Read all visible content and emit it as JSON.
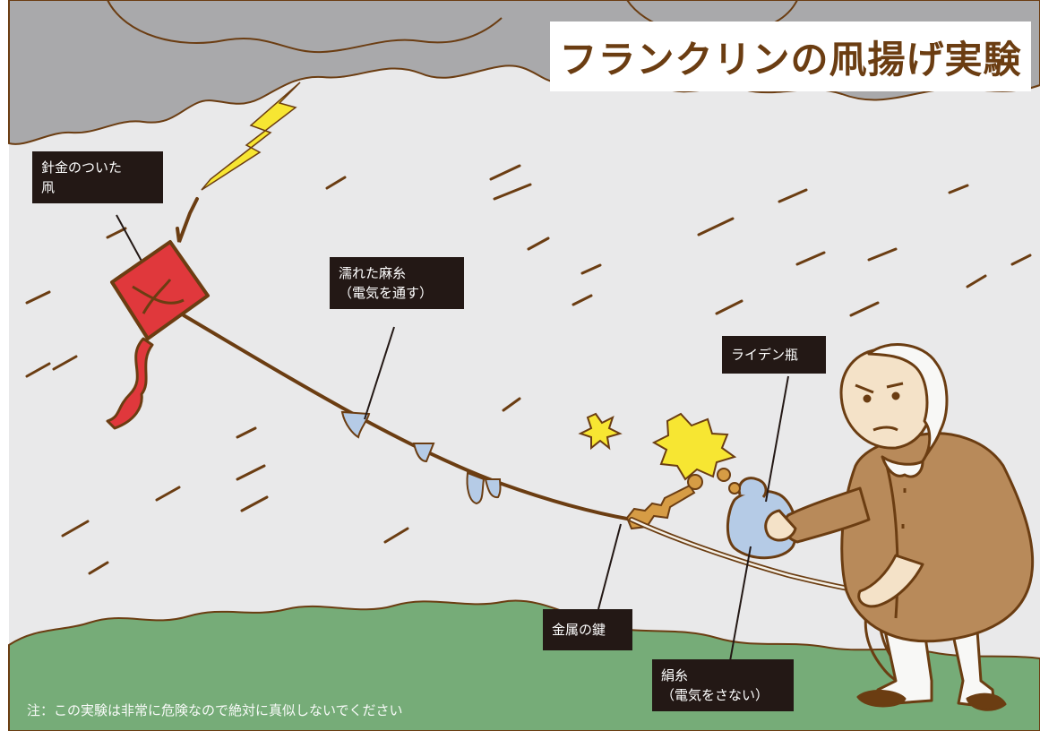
{
  "title": "フランクリンの凧揚げ実験",
  "labels": {
    "kite": [
      "針金のついた",
      "凧"
    ],
    "wet_string": [
      "濡れた麻糸",
      "（電気を通す）"
    ],
    "leyden_jar": [
      "ライデン瓶"
    ],
    "metal_key": [
      "金属の鍵"
    ],
    "silk_thread": [
      "絹糸",
      "（電気をさない）"
    ]
  },
  "note": "注：この実験は非常に危険なので絶対に真似しないでください",
  "colors": {
    "sky": "#e9e9ea",
    "cloud": "#a9a9ab",
    "ground": "#76ac78",
    "outline": "#6b3d12",
    "kite": "#e0383c",
    "lightning": "#f7e632",
    "label_bg": "#231815"
  },
  "icons": [
    "storm-cloud",
    "lightning-bolt",
    "kite",
    "spark",
    "metal-key",
    "leyden-jar",
    "franklin-figure",
    "rain-streak",
    "water-drop"
  ]
}
